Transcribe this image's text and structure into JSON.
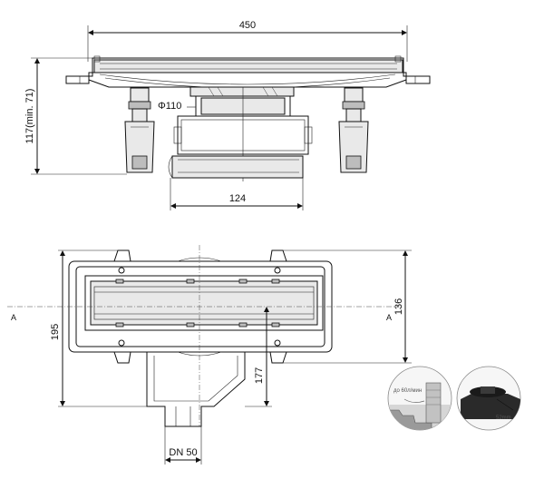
{
  "dimensions": {
    "top_width": "450",
    "height": "117(min. 71)",
    "diameter": "Φ110",
    "outlet_width": "124",
    "plan_height": "195",
    "inner_height": "136",
    "outlet_depth": "177",
    "outlet_dn": "DN 50"
  },
  "section_marks": {
    "left": "A",
    "right": "A"
  },
  "detail_insets": {
    "left_label": "до 60л/мин",
    "right_label": "52mm"
  }
}
